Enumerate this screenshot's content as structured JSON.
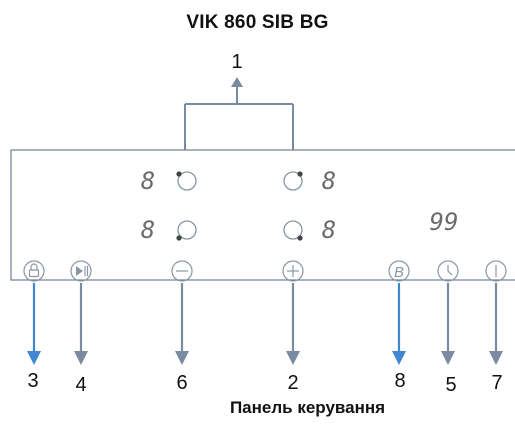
{
  "header": {
    "title": "VIK 860 SIB BG"
  },
  "footer": {
    "caption": "Панель керування"
  },
  "panel": {
    "zone_displays": [
      "8",
      "8",
      "8",
      "8"
    ],
    "timer_display": "99"
  },
  "callouts": {
    "zones": "1",
    "lock": "3",
    "play_pause": "4",
    "minus": "6",
    "plus": "2",
    "booster": "8",
    "timer": "5",
    "power": "7"
  },
  "buttons": {
    "booster_letter": "B"
  },
  "colors": {
    "panel_border": "#6e7f92",
    "arrow_gray": "#7a8aa0",
    "arrow_blue": "#3f86d3",
    "icon_stroke": "#8a95a3",
    "segment": "#6b6b6b"
  }
}
